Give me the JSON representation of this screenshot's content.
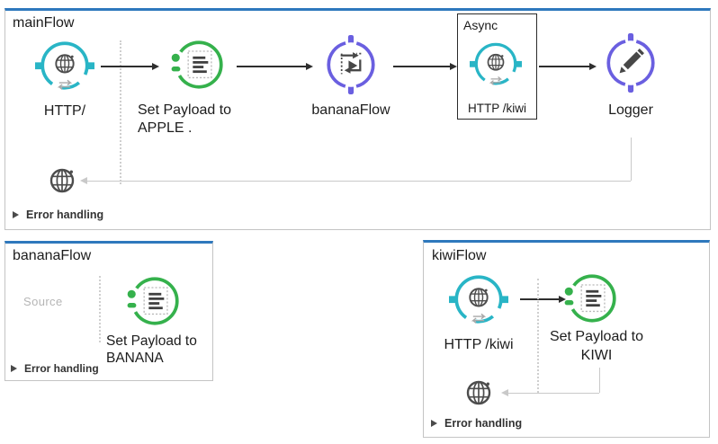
{
  "colors": {
    "http_connector_teal": "#29b5c6",
    "set_payload_green": "#35b14c",
    "flow_control_purple": "#6a5fe0",
    "flow_top_border_blue": "#2e78bd",
    "container_border_gray": "#c4c4c4",
    "error_path_gray": "#c9c9c9"
  },
  "icons": {
    "http_listener": "globe-connector-icon",
    "http_request": "globe-connector-icon",
    "set_payload": "payload-document-icon",
    "flow_reference": "flow-reference-icon",
    "logger": "pencil-icon",
    "error_path": "globe-icon",
    "error_handling_expander": "triangle-right-icon"
  },
  "main_flow": {
    "title": "mainFlow",
    "http_listener_label": "HTTP/",
    "set_payload_label_line1": "Set Payload to",
    "set_payload_label_line2": "APPLE .",
    "flow_ref_label": "bananaFlow",
    "async_title": "Async",
    "async_http_request_label": "HTTP /kiwi",
    "logger_label": "Logger",
    "error_handling_label": "Error handling"
  },
  "banana_flow": {
    "title": "bananaFlow",
    "source_placeholder": "Source",
    "set_payload_label_line1": "Set Payload to",
    "set_payload_label_line2": "BANANA",
    "error_handling_label": "Error handling"
  },
  "kiwi_flow": {
    "title": "kiwiFlow",
    "http_listener_label": "HTTP /kiwi",
    "set_payload_label_line1": "Set Payload to",
    "set_payload_label_line2": "KIWI",
    "error_handling_label": "Error handling"
  }
}
